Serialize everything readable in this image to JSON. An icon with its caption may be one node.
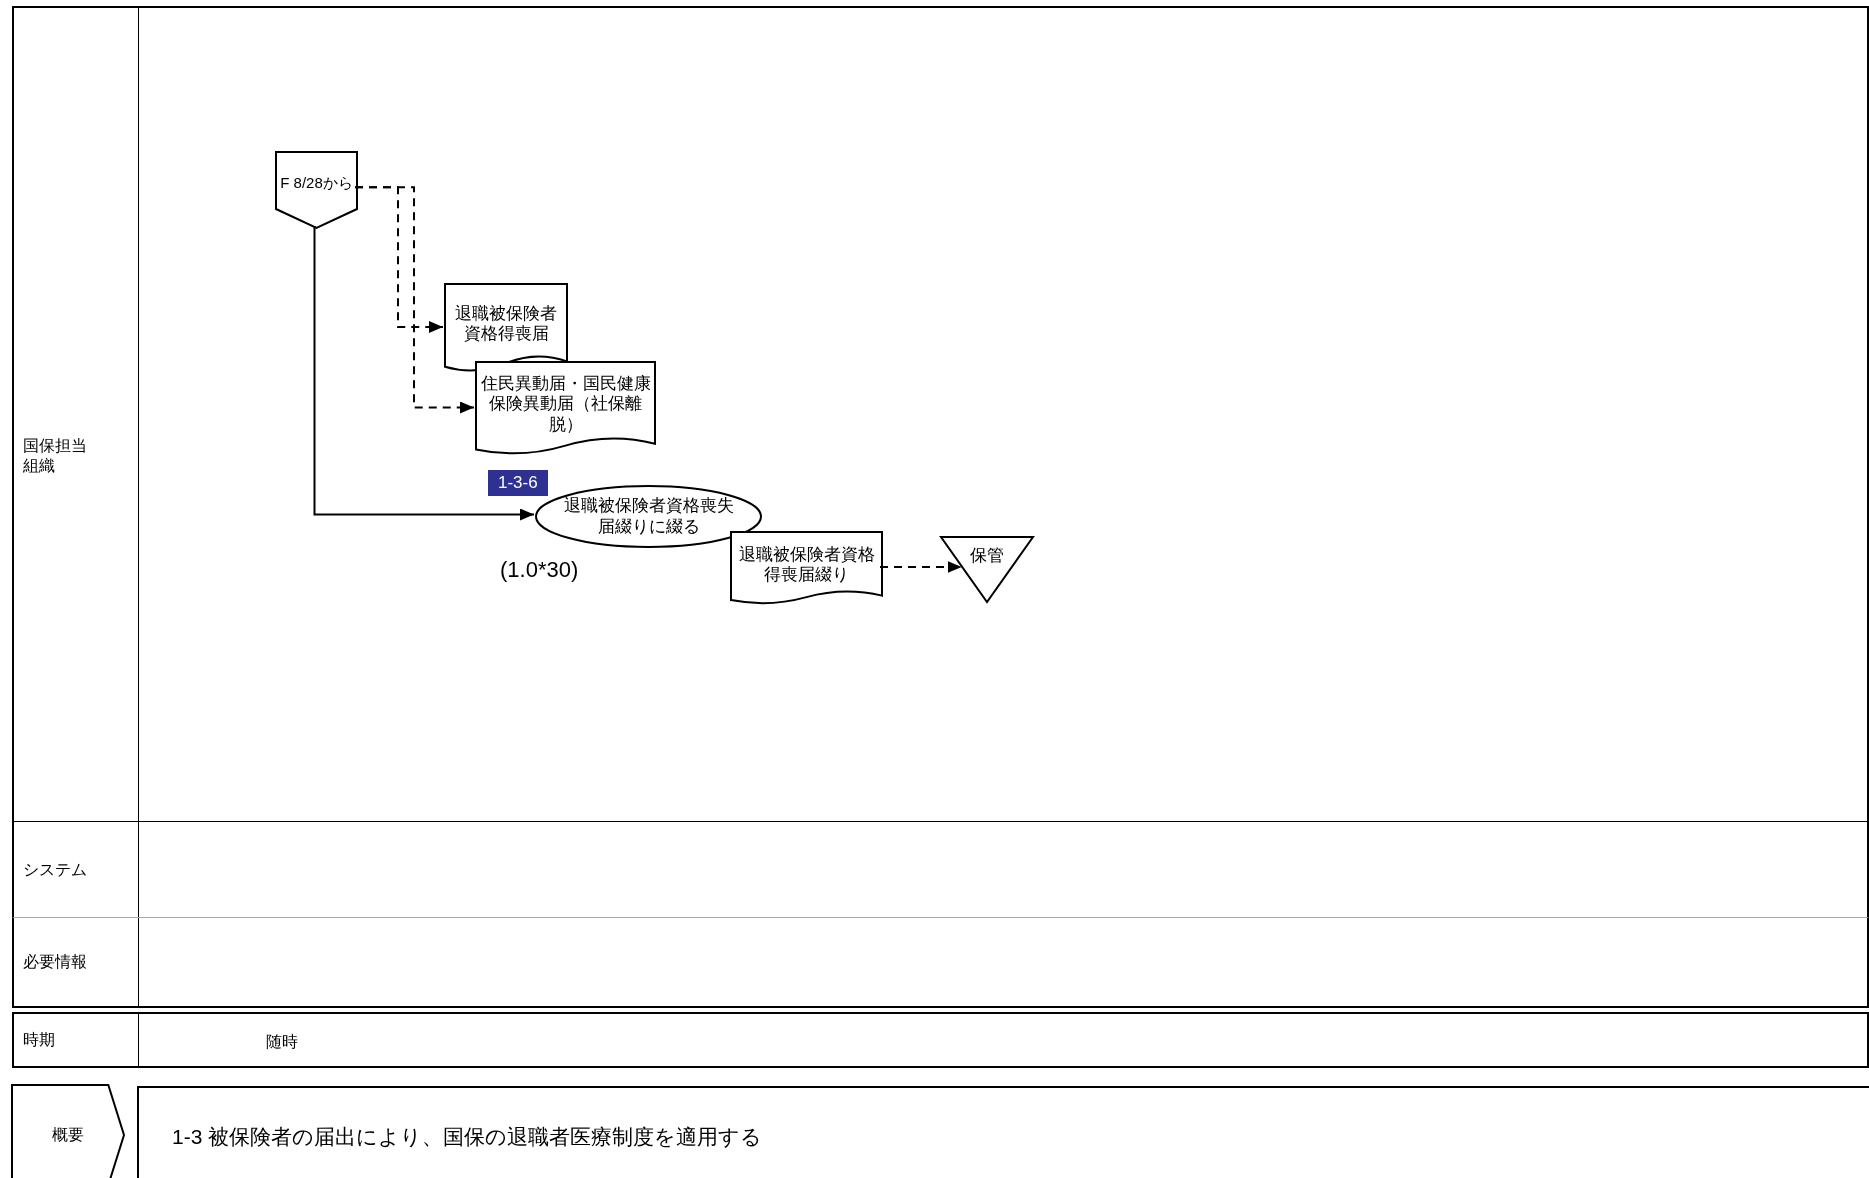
{
  "diagram": {
    "nodes": [
      {
        "text": [
          "国保担当組織"
        ]
      },
      {
        "text": [
          "F 8/28から"
        ],
        "in": 0
      },
      {
        "text": [
          "退職被保険者資格得喪届"
        ],
        "in": 0
      },
      {
        "text": [
          "住民異動届・国民健康保険異動届（社保離脱）"
        ],
        "in": 0
      },
      {
        "text": [
          "退職被保険者資格喪失届綴りに綴る"
        ],
        "in": 0,
        "beside": [
          "1-3-6",
          "(1.0*30)"
        ]
      },
      {
        "text": [
          "退職被保険者資格得喪届綴り"
        ],
        "in": 0
      },
      {
        "text": [
          "保管"
        ],
        "in": 0
      },
      {
        "text": [
          "システム"
        ]
      },
      {
        "text": [
          "必要情報"
        ]
      },
      {
        "text": [
          "時期",
          "随時"
        ]
      },
      {
        "text": [
          "概要"
        ]
      },
      {
        "text": [
          "1-3 被保険者の届出により、国保の退職者医療制度を適用する"
        ]
      }
    ],
    "edges": [
      {
        "from": 1,
        "to": 2,
        "arrow": "to",
        "style": "dashed"
      },
      {
        "from": 1,
        "to": 3,
        "arrow": "to",
        "style": "dashed"
      },
      {
        "from": 1,
        "to": 4,
        "arrow": "to"
      },
      {
        "from": 5,
        "to": 6,
        "arrow": "to",
        "style": "dashed"
      }
    ]
  }
}
